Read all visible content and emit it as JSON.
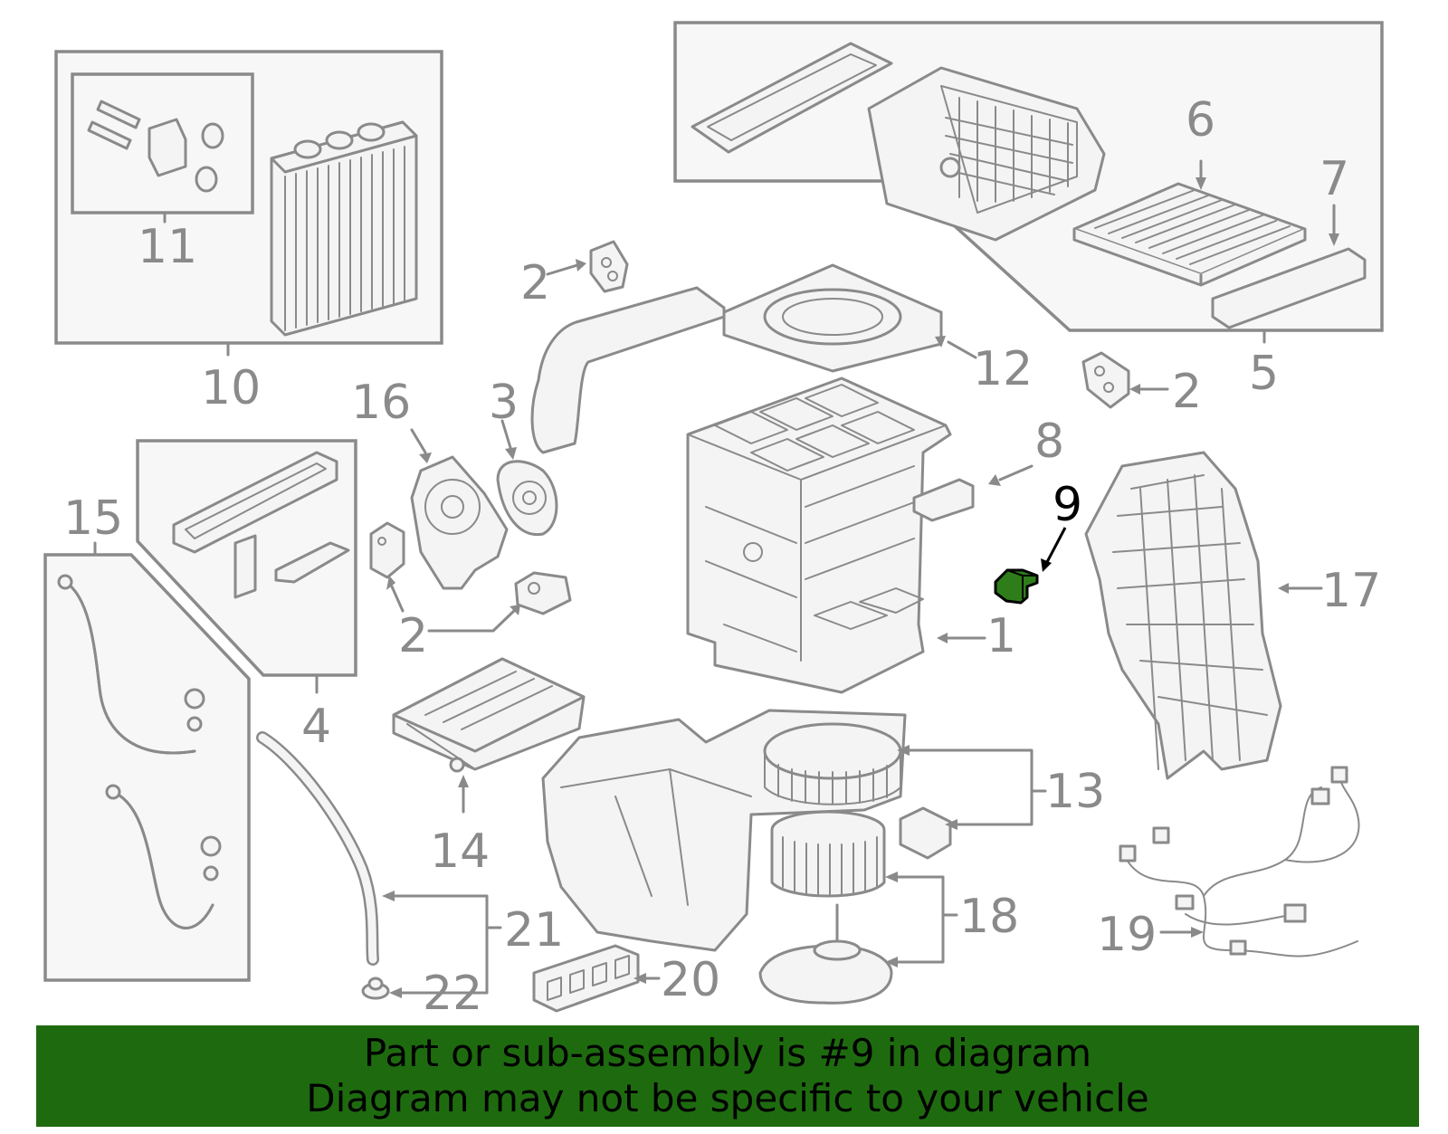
{
  "diagram": {
    "highlight_color": "#2e7d1a",
    "banner_color": "#1e6b0f",
    "line_color": "#8a8a8a",
    "callouts": [
      "1",
      "2",
      "3",
      "4",
      "5",
      "6",
      "7",
      "8",
      "9",
      "10",
      "11",
      "12",
      "13",
      "14",
      "15",
      "16",
      "17",
      "18",
      "19",
      "20",
      "21",
      "22"
    ],
    "highlighted_part": "9"
  },
  "banner": {
    "line1": "Part or sub-assembly is #9 in diagram",
    "line2": "Diagram may not be specific to your vehicle"
  }
}
